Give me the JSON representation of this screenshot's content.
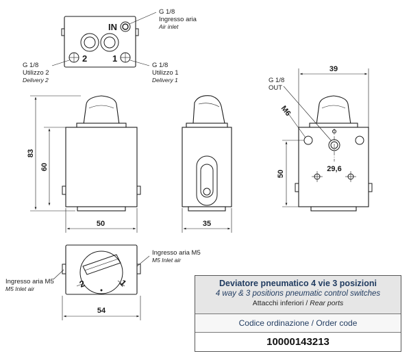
{
  "top_view": {
    "in_port": "IN",
    "port_2": "2",
    "port_1": "1",
    "inlet_thread": "G 1/8",
    "inlet_it": "Ingresso aria",
    "inlet_en": "Air inlet",
    "delivery2_thread": "G 1/8",
    "delivery2_it": "Utilizzo 2",
    "delivery2_en": "Delivery 2",
    "delivery1_thread": "G 1/8",
    "delivery1_it": "Utilizzo 1",
    "delivery1_en": "Delivery 1"
  },
  "front_view": {
    "dim_height_total": "83",
    "dim_height_body": "60",
    "dim_width": "50"
  },
  "side_view": {
    "dim_depth": "35"
  },
  "rear_view": {
    "dim_width": "39",
    "dim_height": "50",
    "out_thread": "G 1/8",
    "out_label": "OUT",
    "screw": "M6",
    "hole_spacing": "29,6"
  },
  "bottom_view": {
    "dim_width": "54",
    "inlet_right_it": "Ingresso aria M5",
    "inlet_right_en": "M5 Inlet air",
    "inlet_left_it": "Ingresso aria M5",
    "inlet_left_en": "M5 Inlet air",
    "knob_left": "2",
    "knob_right": "1"
  },
  "title_block": {
    "title": "Deviatore pneumatico 4 vie 3 posizioni",
    "subtitle": "4 way & 3 positions pneumatic control switches",
    "ports_it": "Attacchi inferiori",
    "ports_sep": " / ",
    "ports_en": "Rear ports",
    "code_label": "Codice ordinazione / Order code",
    "code": "10000143213"
  }
}
